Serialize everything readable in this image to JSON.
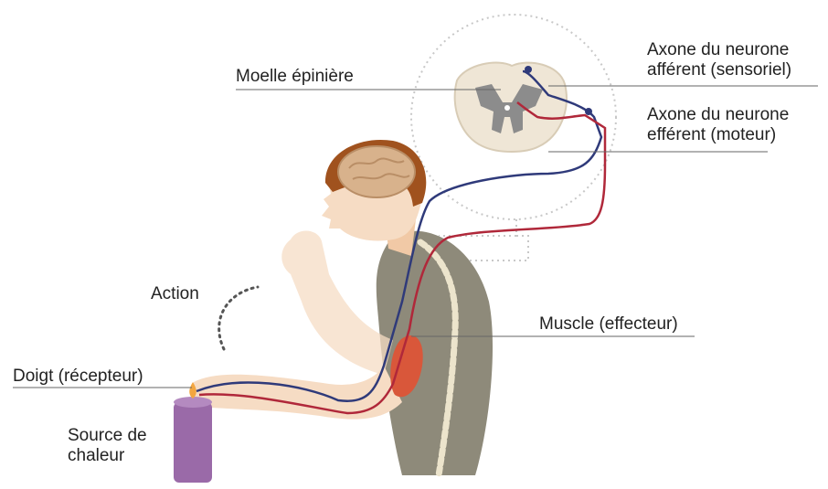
{
  "labels": {
    "moelle": "Moelle épinière",
    "afferent_line1": "Axone du neurone",
    "afferent_line2": "afférent (sensoriel)",
    "efferent_line1": "Axone du neurone",
    "efferent_line2": "efférent (moteur)",
    "action": "Action",
    "muscle": "Muscle (effecteur)",
    "doigt": "Doigt (récepteur)",
    "source_line1": "Source de",
    "source_line2": "chaleur"
  },
  "colors": {
    "afferent_path": "#2f3a7a",
    "efferent_path": "#b0283a",
    "skin": "#f6dcc4",
    "shirt": "#8e8a7a",
    "hair": "#a0521e",
    "brain": "#d8b28c",
    "candle": "#9a6aa8",
    "spine": "#e9e1c8",
    "muscle": "#d9573a"
  }
}
